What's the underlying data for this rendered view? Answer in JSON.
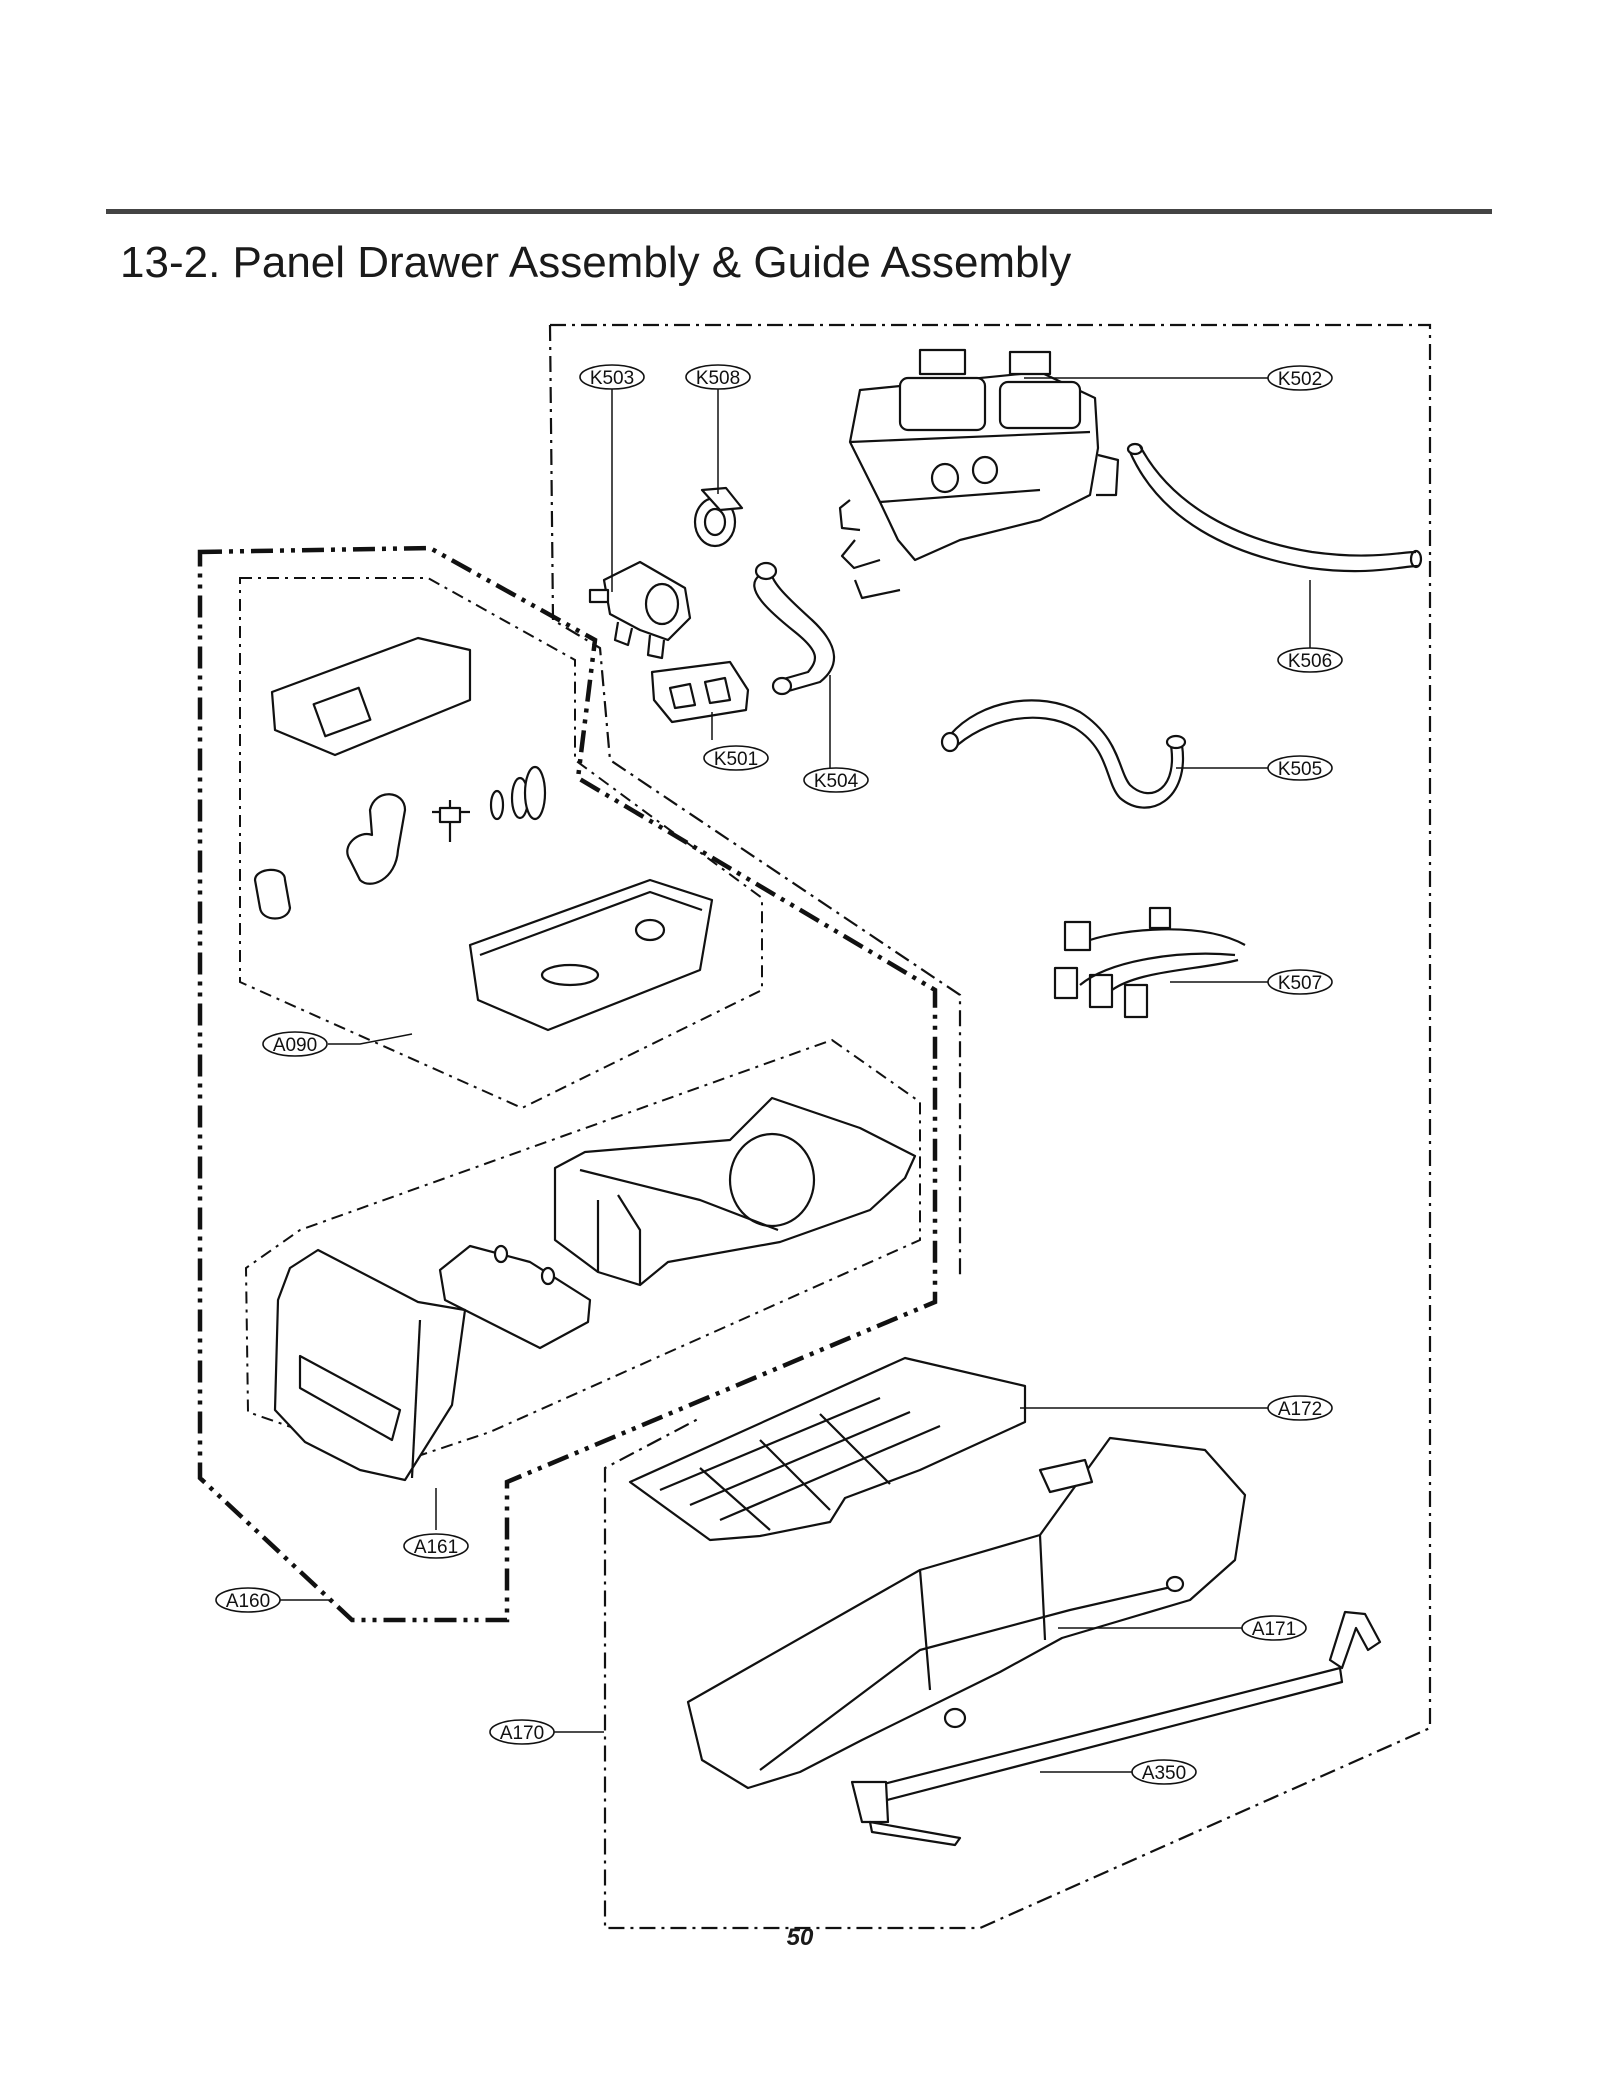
{
  "header": {
    "title": "13-2. Panel Drawer Assembly & Guide Assembly"
  },
  "parts": [
    {
      "id": "k503",
      "code": "K503"
    },
    {
      "id": "k508",
      "code": "K508"
    },
    {
      "id": "k502",
      "code": "K502"
    },
    {
      "id": "k506",
      "code": "K506"
    },
    {
      "id": "k501",
      "code": "K501"
    },
    {
      "id": "k504",
      "code": "K504"
    },
    {
      "id": "k505",
      "code": "K505"
    },
    {
      "id": "k507",
      "code": "K507"
    },
    {
      "id": "a090",
      "code": "A090"
    },
    {
      "id": "a172",
      "code": "A172"
    },
    {
      "id": "a161",
      "code": "A161"
    },
    {
      "id": "a160",
      "code": "A160"
    },
    {
      "id": "a171",
      "code": "A171"
    },
    {
      "id": "a170",
      "code": "A170"
    },
    {
      "id": "a350",
      "code": "A350"
    }
  ],
  "footer": {
    "page_number": "50"
  }
}
